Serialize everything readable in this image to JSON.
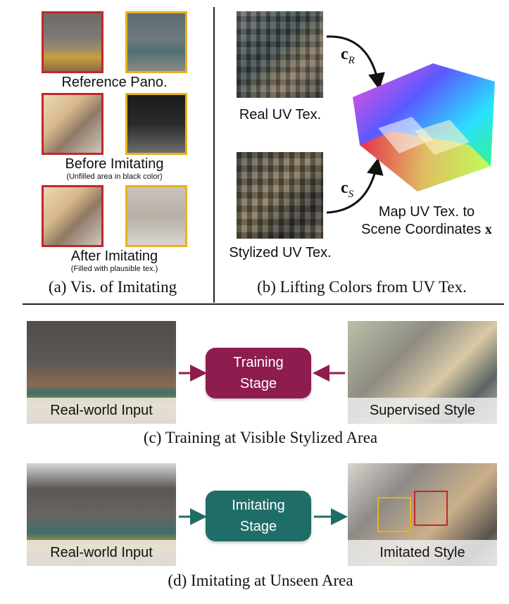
{
  "panel_a": {
    "row1_label": "Reference Pano.",
    "row2_label": "Before Imitating",
    "row2_note": "(Unfilled area in black color)",
    "row3_label": "After Imitating",
    "row3_note": "(Filled with plausible tex.)",
    "caption": "(a) Vis. of Imitating"
  },
  "panel_b": {
    "real_label": "Real UV Tex.",
    "stylized_label": "Stylized UV Tex.",
    "c_r": "c",
    "c_r_sub": "R",
    "c_s": "c",
    "c_s_sub": "S",
    "map_line1": "Map UV Tex. to",
    "map_line2": "Scene Coordinates",
    "map_var": "x",
    "caption": "(b) Lifting Colors from UV Tex."
  },
  "panel_c": {
    "left_caption": "Real-world Input",
    "stage_line1": "Training",
    "stage_line2": "Stage",
    "right_caption": "Supervised Style",
    "caption": "(c) Training at Visible Stylized Area",
    "stage_color": "#8e1c4f"
  },
  "panel_d": {
    "left_caption": "Real-world Input",
    "stage_line1": "Imitating",
    "stage_line2": "Stage",
    "right_caption": "Imitated Style",
    "caption": "(d) Imitating at Unseen Area",
    "stage_color": "#1f6d67"
  },
  "colors": {
    "red_border": "#c0282d",
    "yellow_border": "#e8b21a"
  }
}
